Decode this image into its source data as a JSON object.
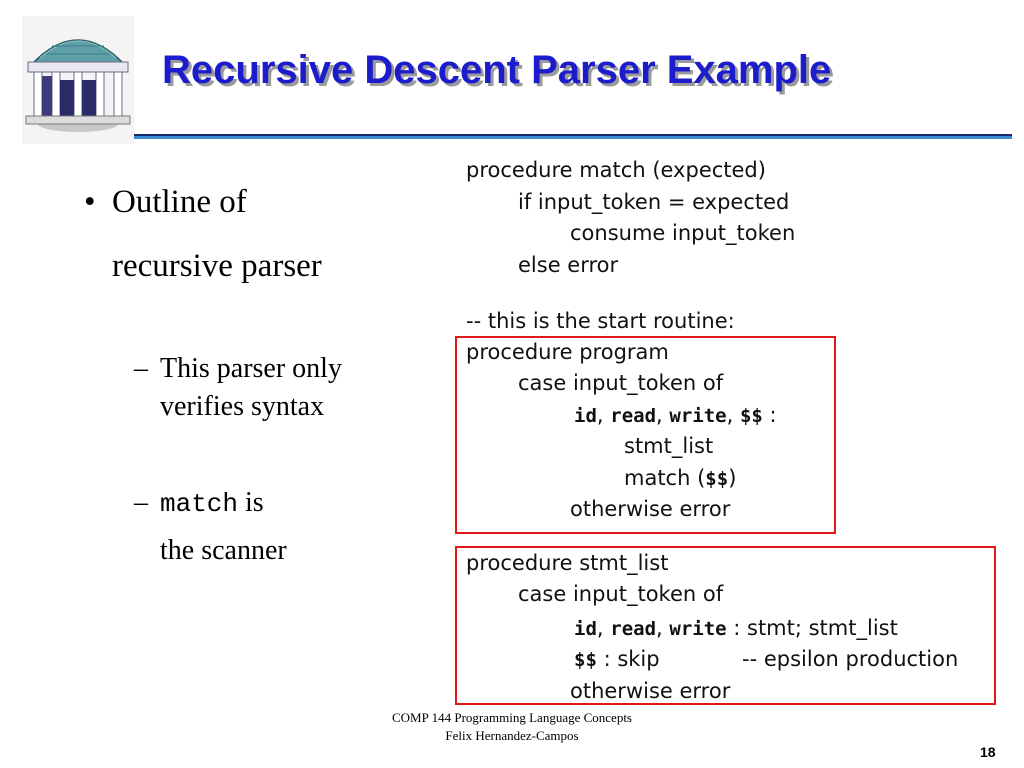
{
  "slide": {
    "title": "Recursive Descent Parser Example",
    "logo_icon": "old-well-logo-icon"
  },
  "bullet": {
    "marker": "•",
    "line1": "Outline of",
    "line2": "recursive parser"
  },
  "subbullets": [
    {
      "dash": "–",
      "line1": "This parser only",
      "line2": "verifies syntax"
    },
    {
      "dash": "–",
      "code": "match",
      "line1_rest": " is",
      "line2": "the scanner"
    }
  ],
  "code": {
    "match_proc": [
      "procedure match (expected)",
      "if input_token = expected",
      "consume input_token",
      "else error"
    ],
    "comment": "-- this is the start routine:",
    "program_proc": {
      "l1": "procedure program",
      "l2": "case input_token of",
      "l3_id": "id",
      "l3_sep1": ", ",
      "l3_read": "read",
      "l3_sep2": ", ",
      "l3_write": "write",
      "l3_sep3": ", ",
      "l3_dd": "$$",
      "l3_colon": " :",
      "l4": "stmt_list",
      "l5_pre": "match (",
      "l5_dd": "$$",
      "l5_post": ")",
      "l6": "otherwise error"
    },
    "stmt_list_proc": {
      "l1": "procedure stmt_list",
      "l2": "case input_token of",
      "l3_id": "id",
      "l3_sep1": ", ",
      "l3_read": "read",
      "l3_sep2": ", ",
      "l3_write": "write",
      "l3_rest": " : stmt; stmt_list",
      "l4_dd": "$$",
      "l4_rest": " : skip",
      "l4_comment": "-- epsilon production",
      "l5": "otherwise error"
    },
    "highlight_color": "#e01818"
  },
  "footer": {
    "line1": "COMP 144 Programming Language Concepts",
    "line2": "Felix  Hernandez-Campos"
  },
  "page_number": "18",
  "colors": {
    "title": "#1c1ccc",
    "rule": "#3a8ad0"
  }
}
